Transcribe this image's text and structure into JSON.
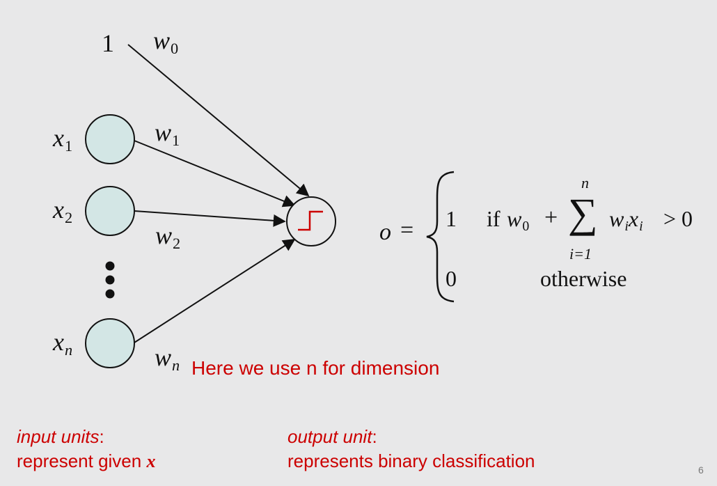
{
  "diagram": {
    "bias_input": "1",
    "inputs": [
      {
        "var": "x",
        "sub": "1"
      },
      {
        "var": "x",
        "sub": "2"
      },
      {
        "var": "x",
        "sub": "n"
      }
    ],
    "weights": [
      {
        "var": "w",
        "sub": "0"
      },
      {
        "var": "w",
        "sub": "1"
      },
      {
        "var": "w",
        "sub": "2"
      },
      {
        "var": "w",
        "sub": "n"
      }
    ],
    "dimension_note": "Here we use n for dimension"
  },
  "formula": {
    "lhs": "o",
    "equals": "=",
    "case1_value": "1",
    "case1_if": "if",
    "case1_w0": "w",
    "case1_w0_sub": "0",
    "plus": "+",
    "sum_top": "n",
    "sum_symbol": "∑",
    "sum_bottom": "i=1",
    "term_w": "w",
    "term_w_sub": "i",
    "term_x": "x",
    "term_x_sub": "i",
    "gt_zero": "> 0",
    "case2_value": "0",
    "case2_text": "otherwise"
  },
  "captions": {
    "input_title": "input units",
    "input_colon": ":",
    "input_desc": "represent given ",
    "input_var": "x",
    "output_title": "output unit",
    "output_colon": ":",
    "output_desc": "represents binary classification"
  },
  "page_number": "6",
  "colors": {
    "background": "#e8e8e9",
    "node_fill": "#d3e6e5",
    "accent_red": "#cc0000"
  }
}
